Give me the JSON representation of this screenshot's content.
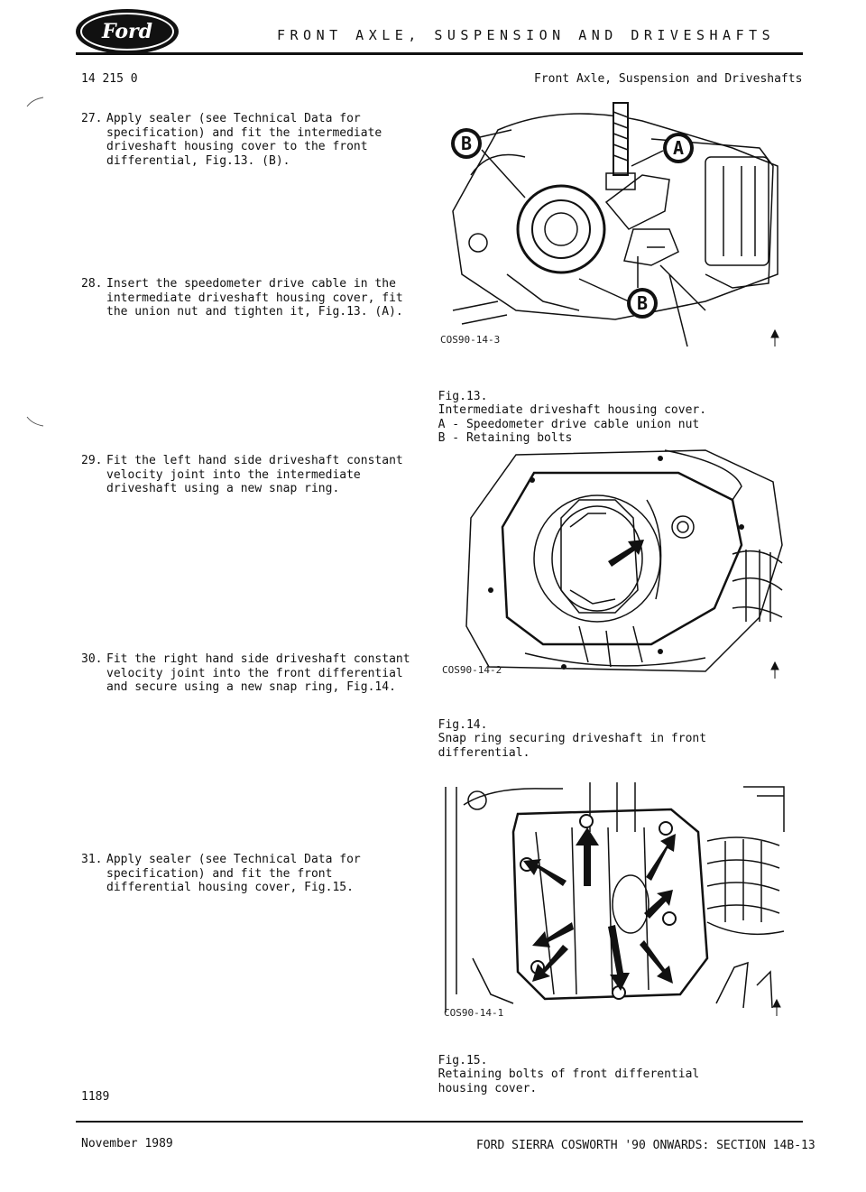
{
  "header": {
    "logo_text": "Ford",
    "title": "FRONT AXLE, SUSPENSION AND DRIVESHAFTS"
  },
  "subheader": {
    "ref": "14 215 0",
    "section": "Front Axle, Suspension and Driveshafts"
  },
  "steps": [
    {
      "num": "27.",
      "text": "Apply sealer (see Technical Data for\nspecification) and fit the intermediate\ndriveshaft housing cover to the front\ndifferential, Fig.13. (B)."
    },
    {
      "num": "28.",
      "text": "Insert the speedometer drive cable in the\nintermediate driveshaft housing cover, fit\nthe union nut and tighten it, Fig.13. (A)."
    },
    {
      "num": "29.",
      "text": "Fit the left hand side driveshaft constant\nvelocity joint into the intermediate\ndriveshaft using a new snap ring."
    },
    {
      "num": "30.",
      "text": "Fit the right hand side driveshaft constant\nvelocity joint into the front differential\nand secure using a new snap ring, Fig.14."
    },
    {
      "num": "31.",
      "text": "Apply sealer (see Technical Data for\nspecification) and fit the front\ndifferential housing cover, Fig.15."
    }
  ],
  "figures": [
    {
      "code": "COS90-14-3",
      "label": "Fig.13.",
      "caption": "Intermediate driveshaft housing cover.\nA - Speedometer drive cable union nut\nB - Retaining bolts",
      "callout_a": "A",
      "callout_b": "B"
    },
    {
      "code": "COS90-14-2",
      "label": "Fig.14.",
      "caption": "Snap ring securing driveshaft in front\ndifferential."
    },
    {
      "code": "COS90-14-1",
      "label": "Fig.15.",
      "caption": "Retaining bolts of front differential\nhousing cover."
    }
  ],
  "page_number": "1189",
  "footer": {
    "date": "November 1989",
    "publication": "FORD SIERRA COSWORTH '90 ONWARDS: SECTION 14B-13"
  }
}
